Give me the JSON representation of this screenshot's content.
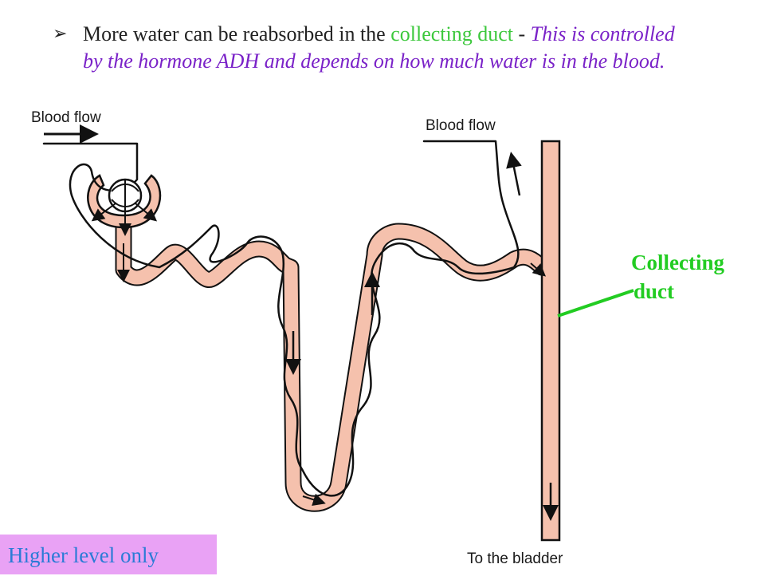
{
  "bullet": {
    "symbol": "➢",
    "text_start": "More water can be reabsorbed in the ",
    "highlight": "collecting duct",
    "separator": " - ",
    "emphasis": "This is controlled by the hormone ADH and depends on how much water is in the blood."
  },
  "diagram": {
    "labels": {
      "blood_flow_in": "Blood flow",
      "blood_flow_out": "Blood flow",
      "to_bladder": "To the bladder"
    },
    "callout": {
      "line1": "Collecting",
      "line2": "duct"
    },
    "colors": {
      "tubule_fill": "#f5c1ad",
      "outline": "#111111",
      "callout": "#22cc22"
    }
  },
  "footer": {
    "badge": "Higher level only"
  }
}
